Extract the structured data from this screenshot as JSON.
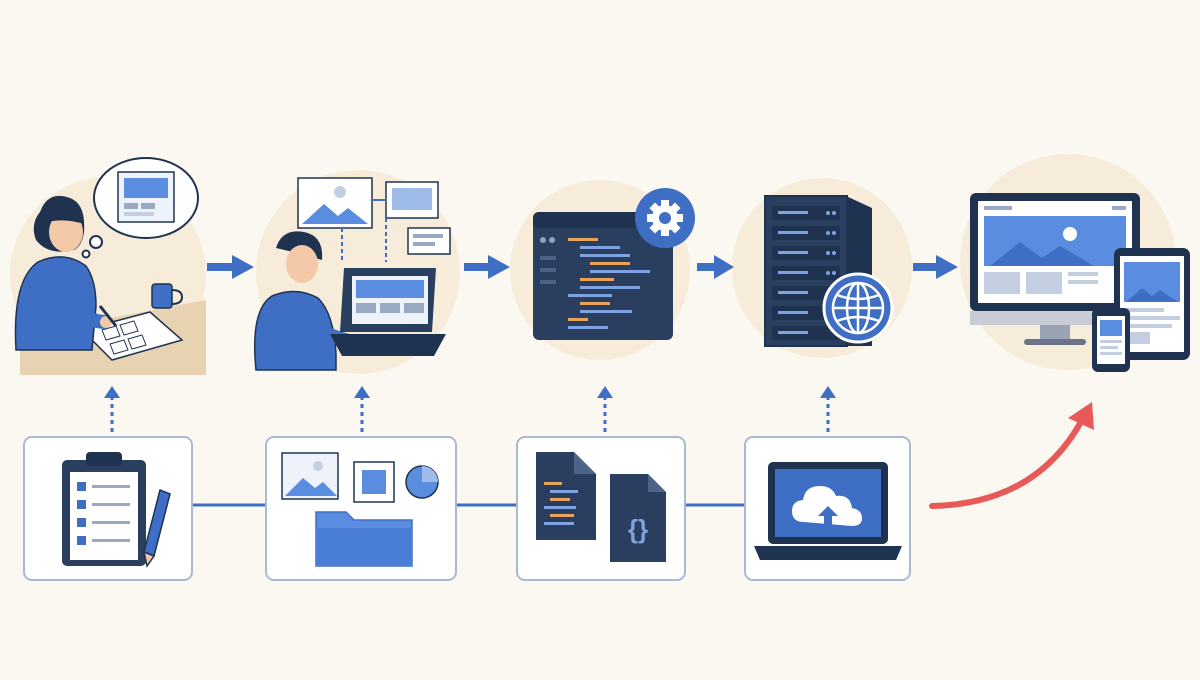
{
  "colors": {
    "background": "#fbf8f1",
    "circle": "#f6ecd9",
    "primary_blue": "#3f6fc4",
    "light_blue": "#5a8de0",
    "navy": "#1f3350",
    "dark_panel": "#2a3f5f",
    "card_border": "#a9b8d3",
    "accent_orange": "#e8a25a",
    "accent_red": "#e85a5a",
    "skin": "#f3c9a8"
  },
  "stages": [
    {
      "id": "plan",
      "icon": "person-sketching-wireframe-icon"
    },
    {
      "id": "design",
      "icon": "person-laptop-design-icon"
    },
    {
      "id": "develop",
      "icon": "code-editor-gear-icon"
    },
    {
      "id": "host",
      "icon": "server-globe-icon"
    },
    {
      "id": "launch",
      "icon": "responsive-devices-icon"
    }
  ],
  "resources": [
    {
      "id": "requirements",
      "icon": "clipboard-checklist-pencil-icon"
    },
    {
      "id": "assets",
      "icon": "image-assets-folder-icon"
    },
    {
      "id": "code-files",
      "icon": "code-files-icon"
    },
    {
      "id": "upload",
      "icon": "laptop-cloud-upload-icon"
    }
  ]
}
